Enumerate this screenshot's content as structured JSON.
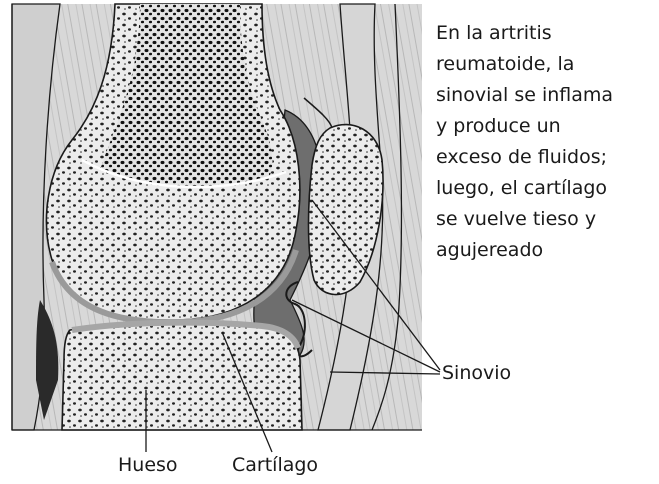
{
  "caption": "En la artritis\nreumatoide, la\nsinovial se inflama\ny produce un\nexceso de fluidos;\nluego, el cartílago\nse vuelve tieso y\nagujereado",
  "labels": {
    "hueso": "Hueso",
    "cartilago": "Cartílago",
    "sinovio": "Sinovio"
  },
  "colors": {
    "tissue": "#dedede",
    "bone": "#ececec",
    "fluid": "#6e6e6e",
    "outline": "#1a1a1a"
  }
}
